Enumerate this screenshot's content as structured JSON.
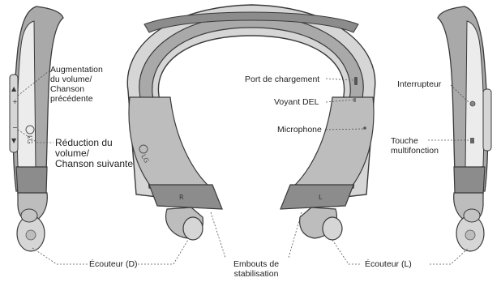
{
  "labels": {
    "volume_up": "Augmentation\ndu volume/\nChanson\nprécédente",
    "volume_down": "Réduction du\nvolume/\nChanson suivante",
    "charging_port": "Port de chargement",
    "led": "Voyant DEL",
    "microphone": "Microphone",
    "power_switch": "Interrupteur",
    "multifunction": "Touche\nmultifonction",
    "earbud_right": "Écouteur (D)",
    "stabilizers": "Embouts de\nstabilisation",
    "earbud_left": "Écouteur (L)"
  },
  "body_marks": {
    "brand_logo_left": "LG",
    "brand_logo_center": "LG",
    "side_marker_right": "R",
    "side_marker_left": "L"
  },
  "colors": {
    "band_dark": "#8c8c8c",
    "band_mid": "#a9a9a9",
    "band_light": "#d6d6d6",
    "inner_panel": "#ececec",
    "outline": "#3a3a3a",
    "leader_line": "#555555"
  }
}
